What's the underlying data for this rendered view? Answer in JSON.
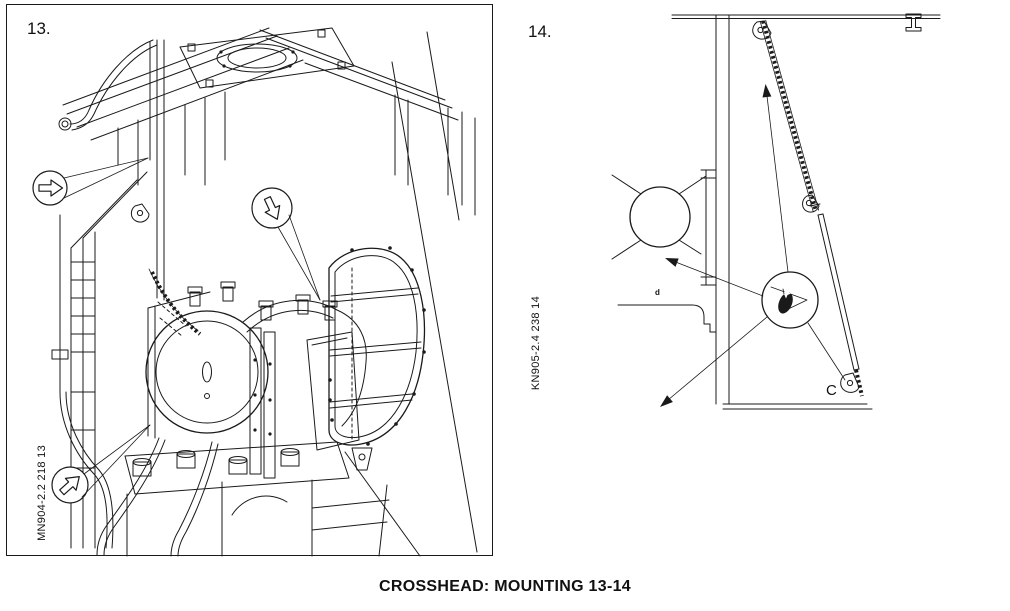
{
  "page": {
    "caption": "CROSSHEAD: MOUNTING 13-14",
    "background_color": "#ffffff",
    "line_color": "#1a1a1a"
  },
  "figures": [
    {
      "label": "13.",
      "side_code": "MN904-2.2 218 13"
    },
    {
      "label": "14.",
      "side_code": "KN905-2.4 238 14",
      "labels": {
        "c": "C",
        "d": "d"
      }
    }
  ]
}
